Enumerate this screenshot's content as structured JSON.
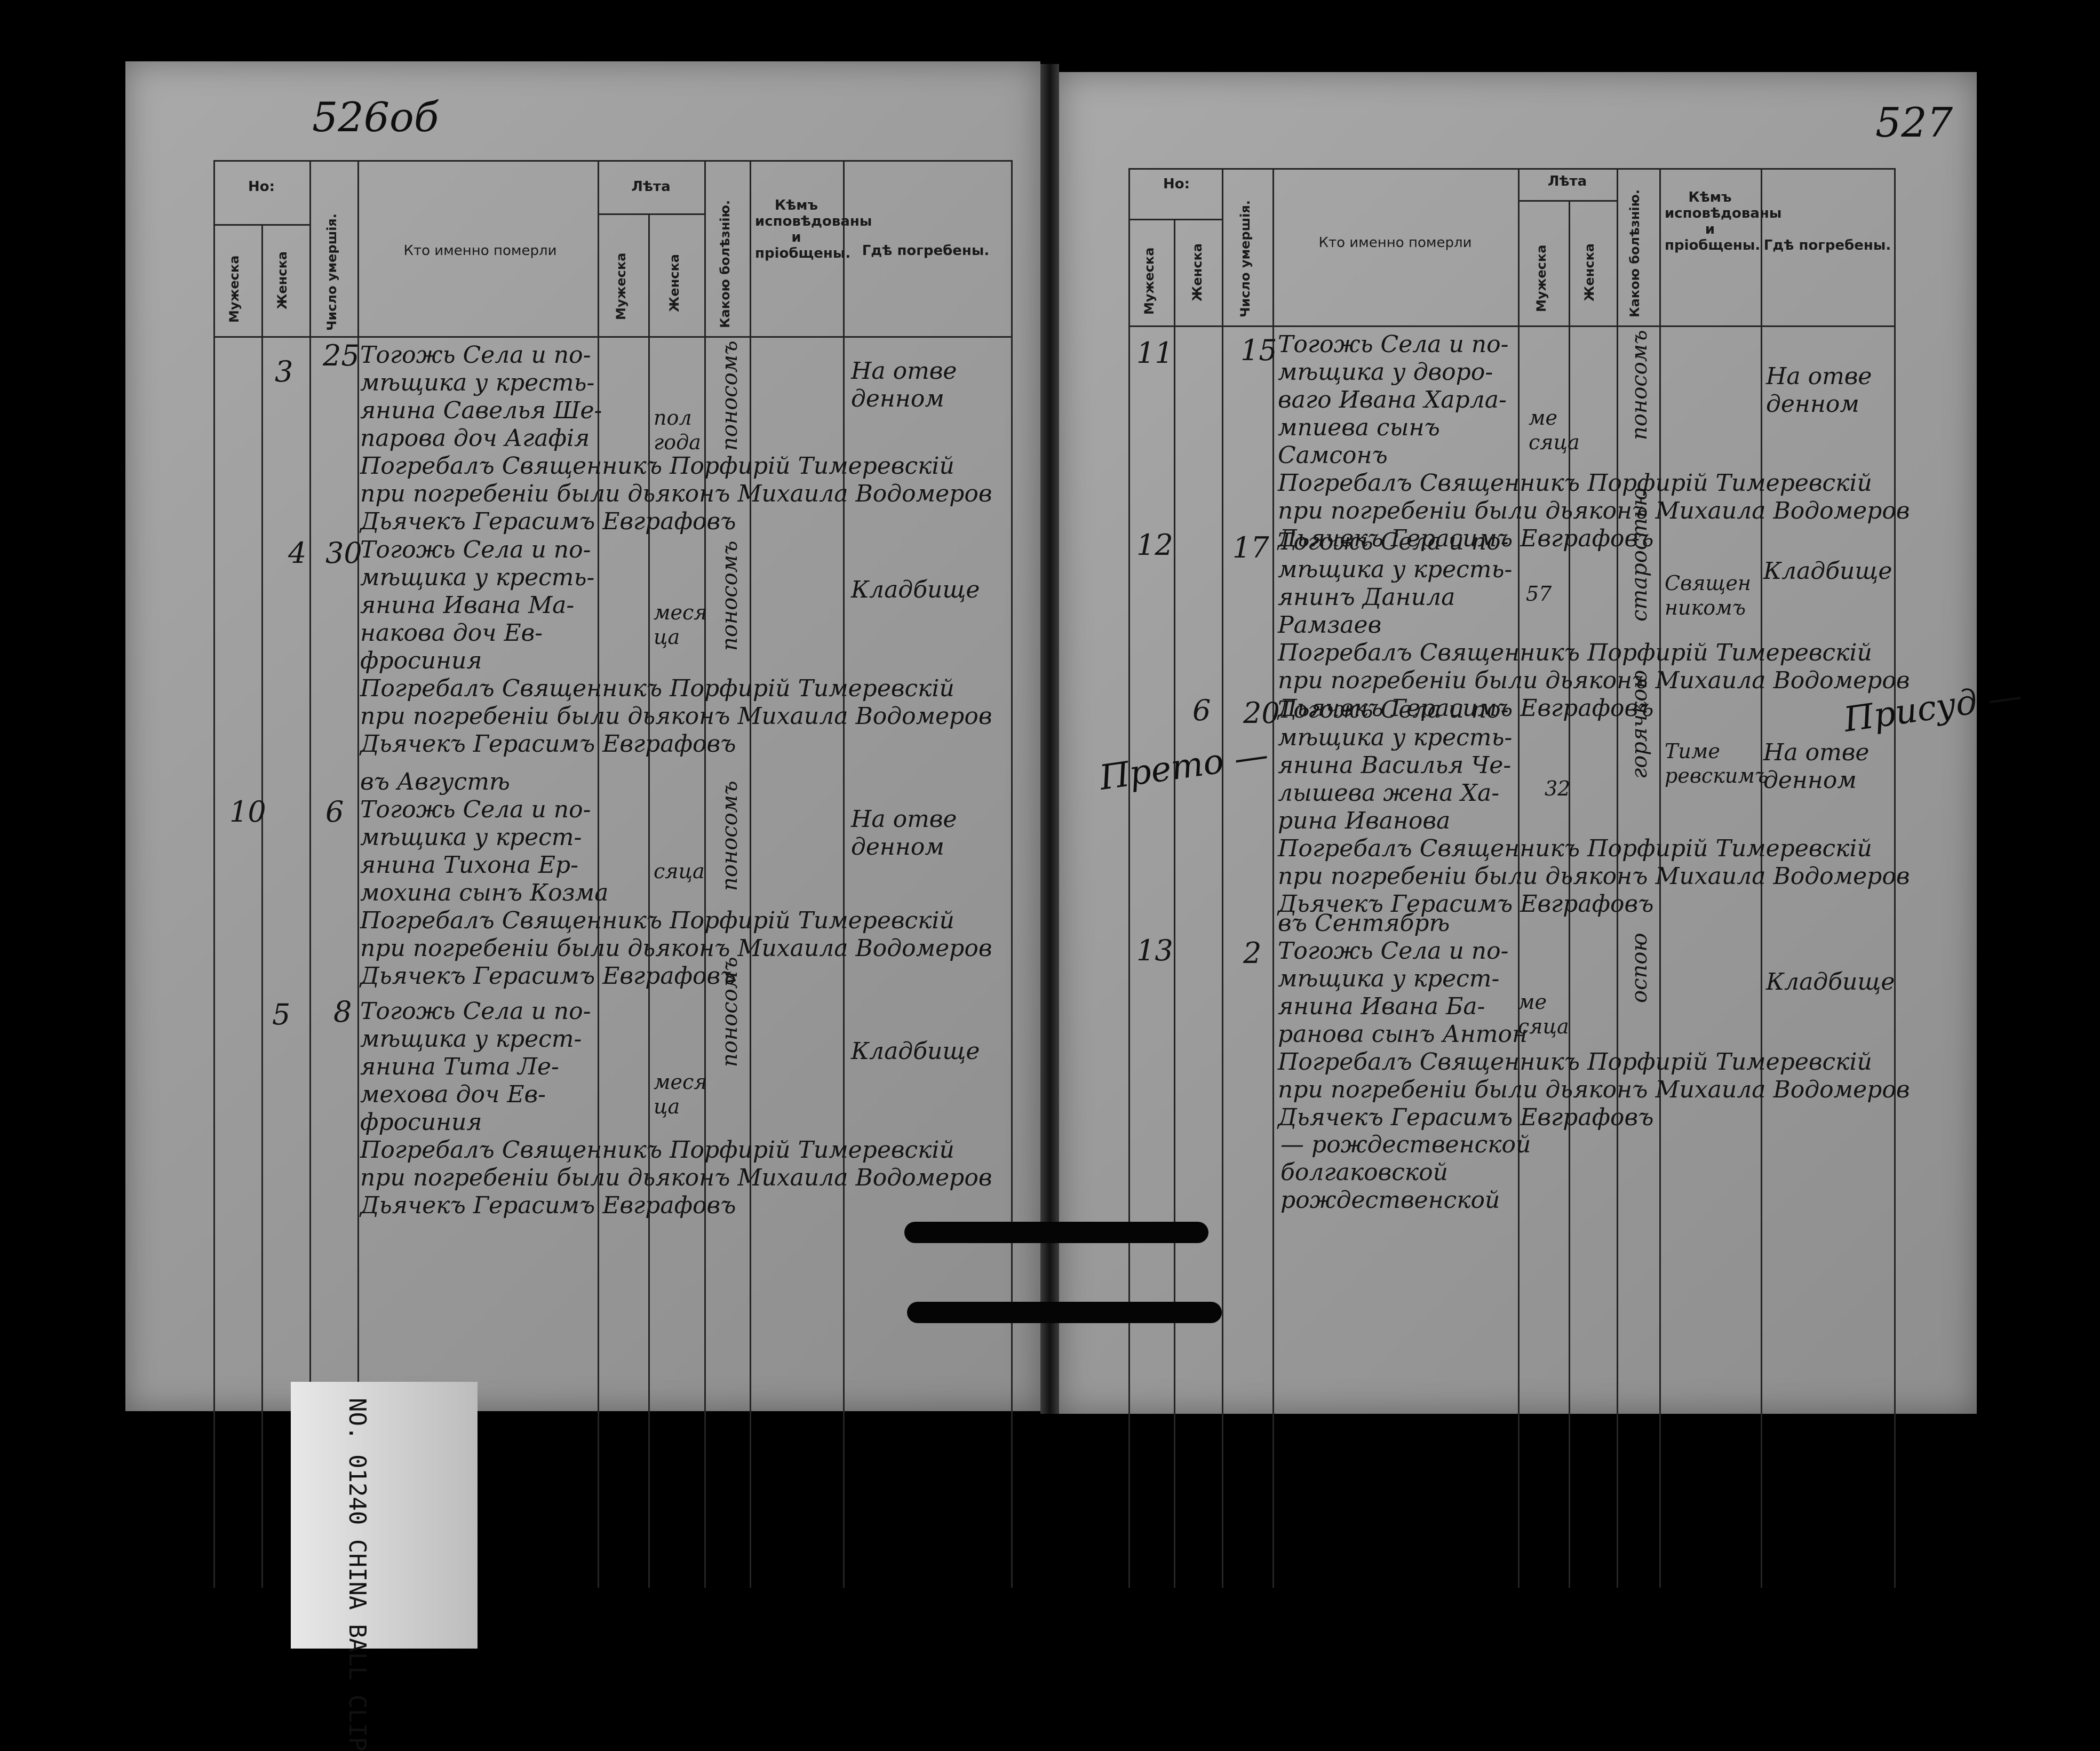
{
  "folio_left": "526об",
  "folio_right": "527",
  "headers": {
    "count_group": "Но:",
    "male": "Мужеска",
    "female": "Женска",
    "day": "Число умершія.",
    "who": "Кто именно померли",
    "age_group": "Лѣта",
    "age_male": "Мужеска",
    "age_female": "Женска",
    "disease": "Какою болѣзнію.",
    "confessor": "Кѣмъ исповѣдованы и пріобщены.",
    "burial": "Гдѣ погребены."
  },
  "left_entries": [
    {
      "m": "",
      "f": "3",
      "day": "25",
      "text": "Тогожь Села и по-\nмѣщика у кресть-\nянина Савелья Ше-\nпарова доч Агафія\nПогребалъ Священникъ Порфирій Тимеревскій\nпри погребеніи были дьяконъ Михаила Водомеров\nДьячекъ Герасимъ Евграфовъ",
      "age": "пол\nгода",
      "disease": "поносомъ",
      "burial": "На отве\nденном"
    },
    {
      "m": "",
      "f": "4",
      "day": "30",
      "text": "Тогожь Села и по-\nмѣщика у кресть-\nянина Ивана Ма-\nнакова доч Ев-\nфросиния\nПогребалъ Священникъ Порфирій Тимеревскій\nпри погребеніи были дьяконъ Михаила Водомеров\nДьячекъ Герасимъ Евграфовъ",
      "age": "меся\nца",
      "disease": "поносомъ",
      "burial": "Кладбище"
    },
    {
      "m": "10",
      "f": "",
      "day": "6",
      "text": "въ Августѣ\nТогожь Села и по-\nмѣщика у крест-\nянина Тихона Ер-\nмохина сынъ Козма\nПогребалъ Священникъ Порфирій Тимеревскій\nпри погребеніи были дьяконъ Михаила Водомеров\nДьячекъ Герасимъ Евграфовъ",
      "age": "сяца",
      "disease": "поносомъ",
      "burial": "На отве\nденном"
    },
    {
      "m": "",
      "f": "5",
      "day": "8",
      "text": "Тогожь Села и по-\nмѣщика у крест-\nянина Тита Ле-\nмехова доч Ев-\nфросиния\nПогребалъ Священникъ Порфирій Тимеревскій\nпри погребеніи были дьяконъ Михаила Водомеров\nДьячекъ Герасимъ Евграфовъ",
      "age": "меся\nца",
      "disease": "поносомъ",
      "burial": "Кладбище"
    }
  ],
  "right_entries": [
    {
      "m": "11",
      "f": "",
      "day": "15",
      "text": "Тогожь Села и по-\nмѣщика у дворо-\nваго Ивана Харла-\nмпиева сынъ\nСамсонъ\nПогребалъ Священникъ Порфирій Тимеревскій\nпри погребеніи были дьяконъ Михаила Водомеров\nДьячекъ Герасимъ Евграфовъ",
      "age": "ме\nсяца",
      "disease": "поносомъ",
      "confessor": "",
      "burial": "На отве\nденном"
    },
    {
      "m": "12",
      "f": "",
      "day": "17",
      "text": "Тогожь Села и по-\nмѣщика у кресть-\nянинъ Данила\nРамзаев\nПогребалъ Священникъ Порфирій Тимеревскій\nпри погребеніи были дьяконъ Михаила Водомеров\nДьячекъ Герасимъ Евграфовъ",
      "age": "57",
      "disease": "старостью",
      "confessor": "Священ\nникомъ",
      "burial": "Кладбище"
    },
    {
      "m": "",
      "f": "6",
      "day": "20",
      "text": "Тогожь Села и по-\nмѣщика у кресть-\nянина Василья Че-\nлышева жена Ха-\nрина Иванова\nПогребалъ Священникъ Порфирій Тимеревскій\nпри погребеніи были дьяконъ Михаила Водомеров\nДьячекъ Герасимъ Евграфовъ",
      "age": "32",
      "disease": "горячкою",
      "confessor": "Тиме\nревскимъ",
      "burial": "На отве\nденном"
    },
    {
      "m": "13",
      "f": "",
      "day": "2",
      "text": "въ Сентябрѣ\nТогожь Села и по-\nмѣщика у крест-\nянина Ивана Ба-\nранова сынъ Антон\nПогребалъ Священникъ Порфирій Тимеревскій\nпри погребеніи были дьяконъ Михаила Водомеров\nДьячекъ Герасимъ Евграфовъ",
      "age": "ме\nсяца",
      "disease": "оспою",
      "confessor": "",
      "burial": "Кладбище"
    }
  ],
  "right_notes": "— рождественской\nболгаковской\nрождественской",
  "margin_left_note": "Прето —",
  "margin_right_note": "Присуд —",
  "tag_text": "NO. 01240 CHINA  BALL CLIP"
}
